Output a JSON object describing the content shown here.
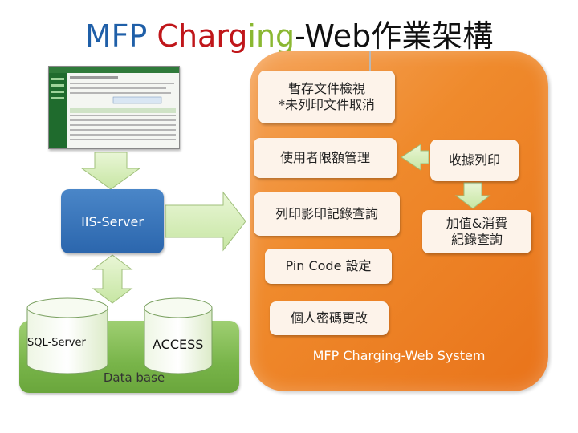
{
  "title": {
    "part1": "MFP ",
    "part2": "Charg",
    "part3": "ing",
    "part4": "-Web作業架構"
  },
  "server": {
    "label": "IIS-Server"
  },
  "database": {
    "sql_label": "SQL-Server",
    "access_label": "ACCESS",
    "group_label": "Data base"
  },
  "boxes": {
    "temp_view": {
      "line1": "暫存文件檢視",
      "line2": "*未列印文件取消"
    },
    "quota": "使用者限額管理",
    "receipt_print": "收據列印",
    "print_query": "列印影印記錄查詢",
    "topup": {
      "line1": "加值&消費",
      "line2": "紀錄查詢"
    },
    "pin": "Pin Code 設定",
    "password": "個人密碼更改"
  },
  "footer": "MFP Charging-Web System",
  "colors": {
    "title_blue": "#1f5fa8",
    "title_red": "#c0161a",
    "title_green": "#8bb832",
    "orange": "#ef8a2c",
    "green": "#78b449",
    "server_blue": "#2b66ad"
  }
}
